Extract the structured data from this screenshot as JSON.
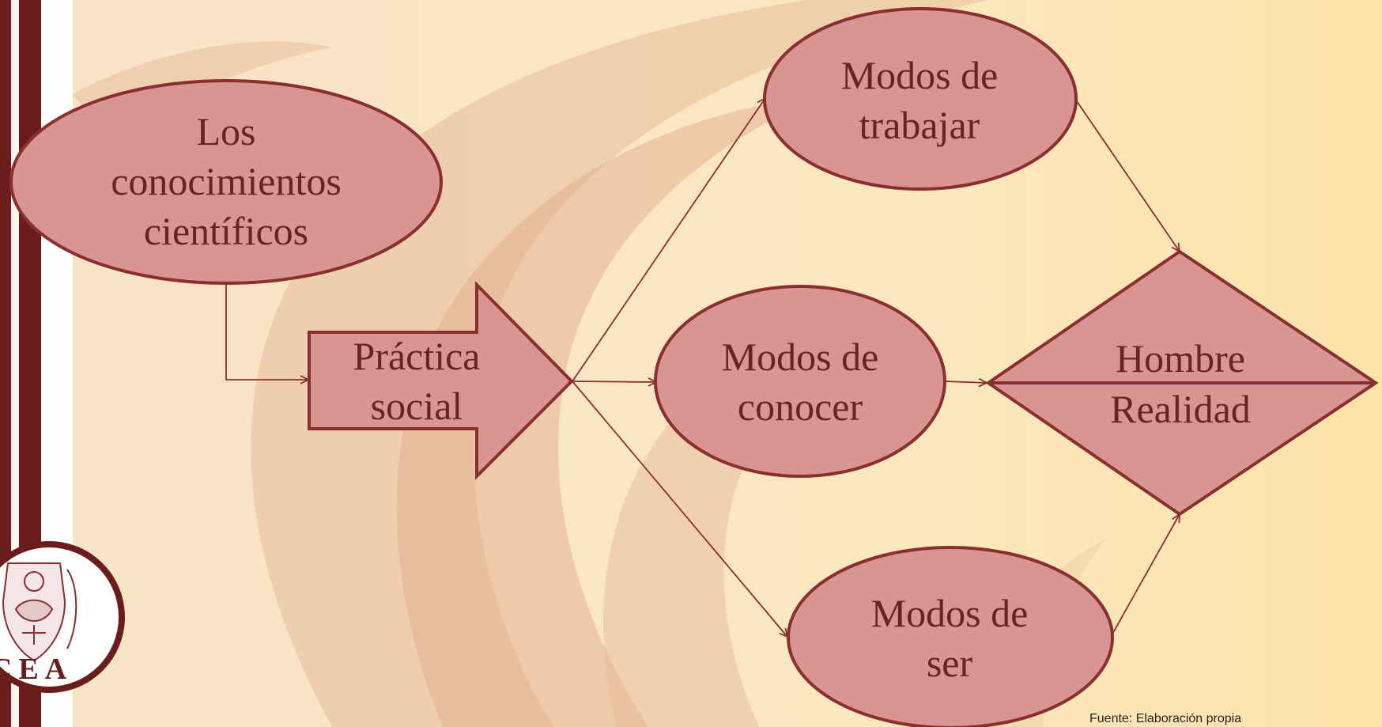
{
  "diagram": {
    "nodes": {
      "conocimientos": {
        "label": "Los\nconocimientos\ncientíficos"
      },
      "practica": {
        "label": "Práctica\nsocial"
      },
      "trabajar": {
        "label": "Modos de\ntrabajar"
      },
      "conocer": {
        "label": "Modos de\nconocer"
      },
      "ser": {
        "label": "Modos de\nser"
      },
      "hombre": {
        "label": "Hombre"
      },
      "realidad": {
        "label": "Realidad"
      }
    },
    "edges": [
      [
        "conocimientos",
        "practica"
      ],
      [
        "practica",
        "trabajar"
      ],
      [
        "practica",
        "conocer"
      ],
      [
        "practica",
        "ser"
      ],
      [
        "trabajar",
        "hombre-realidad"
      ],
      [
        "conocer",
        "hombre-realidad"
      ],
      [
        "ser",
        "hombre-realidad"
      ]
    ]
  },
  "footnote": "Fuente: Elaboración propia",
  "logo": {
    "letters": "CEA"
  },
  "colors": {
    "node_fill": "#d99494",
    "node_stroke": "#8a2e2e",
    "text": "#6b2222",
    "left_bar_dark": "#6b1d1d",
    "background": "#f9e6c4"
  }
}
